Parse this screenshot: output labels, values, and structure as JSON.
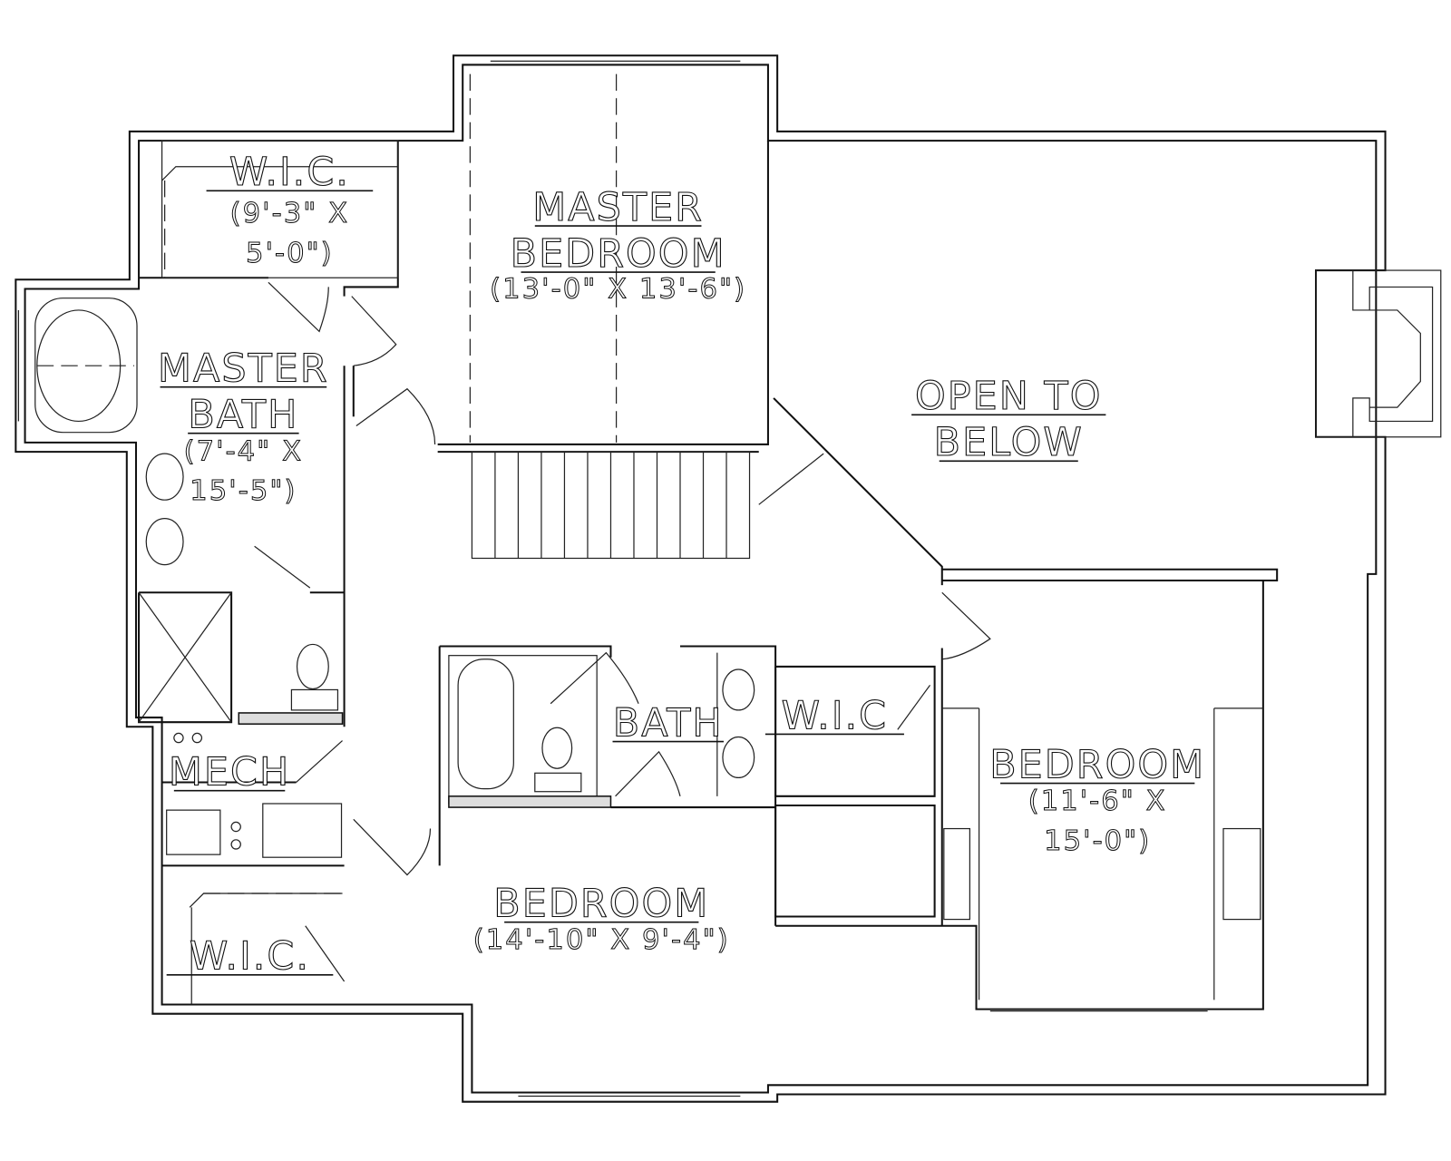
{
  "plan": {
    "rooms": [
      {
        "id": "wic-master",
        "title": [
          "W.I.C."
        ],
        "dims": [
          "(9'-3\" X",
          "5'-0\")"
        ]
      },
      {
        "id": "master-bedroom",
        "title": [
          "MASTER",
          "BEDROOM"
        ],
        "dims": [
          "(13'-0\" X 13'-6\")"
        ]
      },
      {
        "id": "master-bath",
        "title": [
          "MASTER",
          "BATH"
        ],
        "dims": [
          "(7'-4\" X",
          "15'-5\")"
        ]
      },
      {
        "id": "open-to-below",
        "title": [
          "OPEN TO",
          "BELOW"
        ],
        "dims": []
      },
      {
        "id": "mech",
        "title": [
          "MECH"
        ],
        "dims": []
      },
      {
        "id": "bath",
        "title": [
          "BATH"
        ],
        "dims": []
      },
      {
        "id": "wic-middle",
        "title": [
          "W.I.C"
        ],
        "dims": []
      },
      {
        "id": "bedroom-right",
        "title": [
          "BEDROOM"
        ],
        "dims": [
          "(11'-6\" X",
          "15'-0\")"
        ]
      },
      {
        "id": "bedroom-bottom",
        "title": [
          "BEDROOM"
        ],
        "dims": [
          "(14'-10\" X 9'-4\")"
        ]
      },
      {
        "id": "wic-bottom",
        "title": [
          "W.I.C."
        ],
        "dims": []
      }
    ]
  }
}
